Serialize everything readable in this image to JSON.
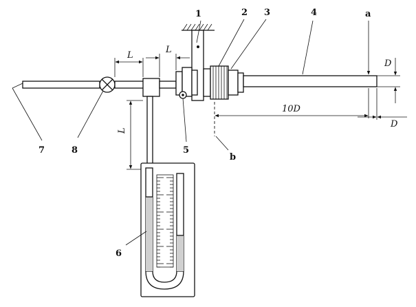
{
  "diagram": {
    "part_labels": [
      "1",
      "2",
      "3",
      "4",
      "5",
      "6",
      "7",
      "8",
      "a",
      "b"
    ],
    "dimension_labels": {
      "L_left": "L",
      "L_right": "L",
      "L_vertical": "L",
      "D_top": "D",
      "D_bottom": "D",
      "ten_D": "10D"
    }
  }
}
